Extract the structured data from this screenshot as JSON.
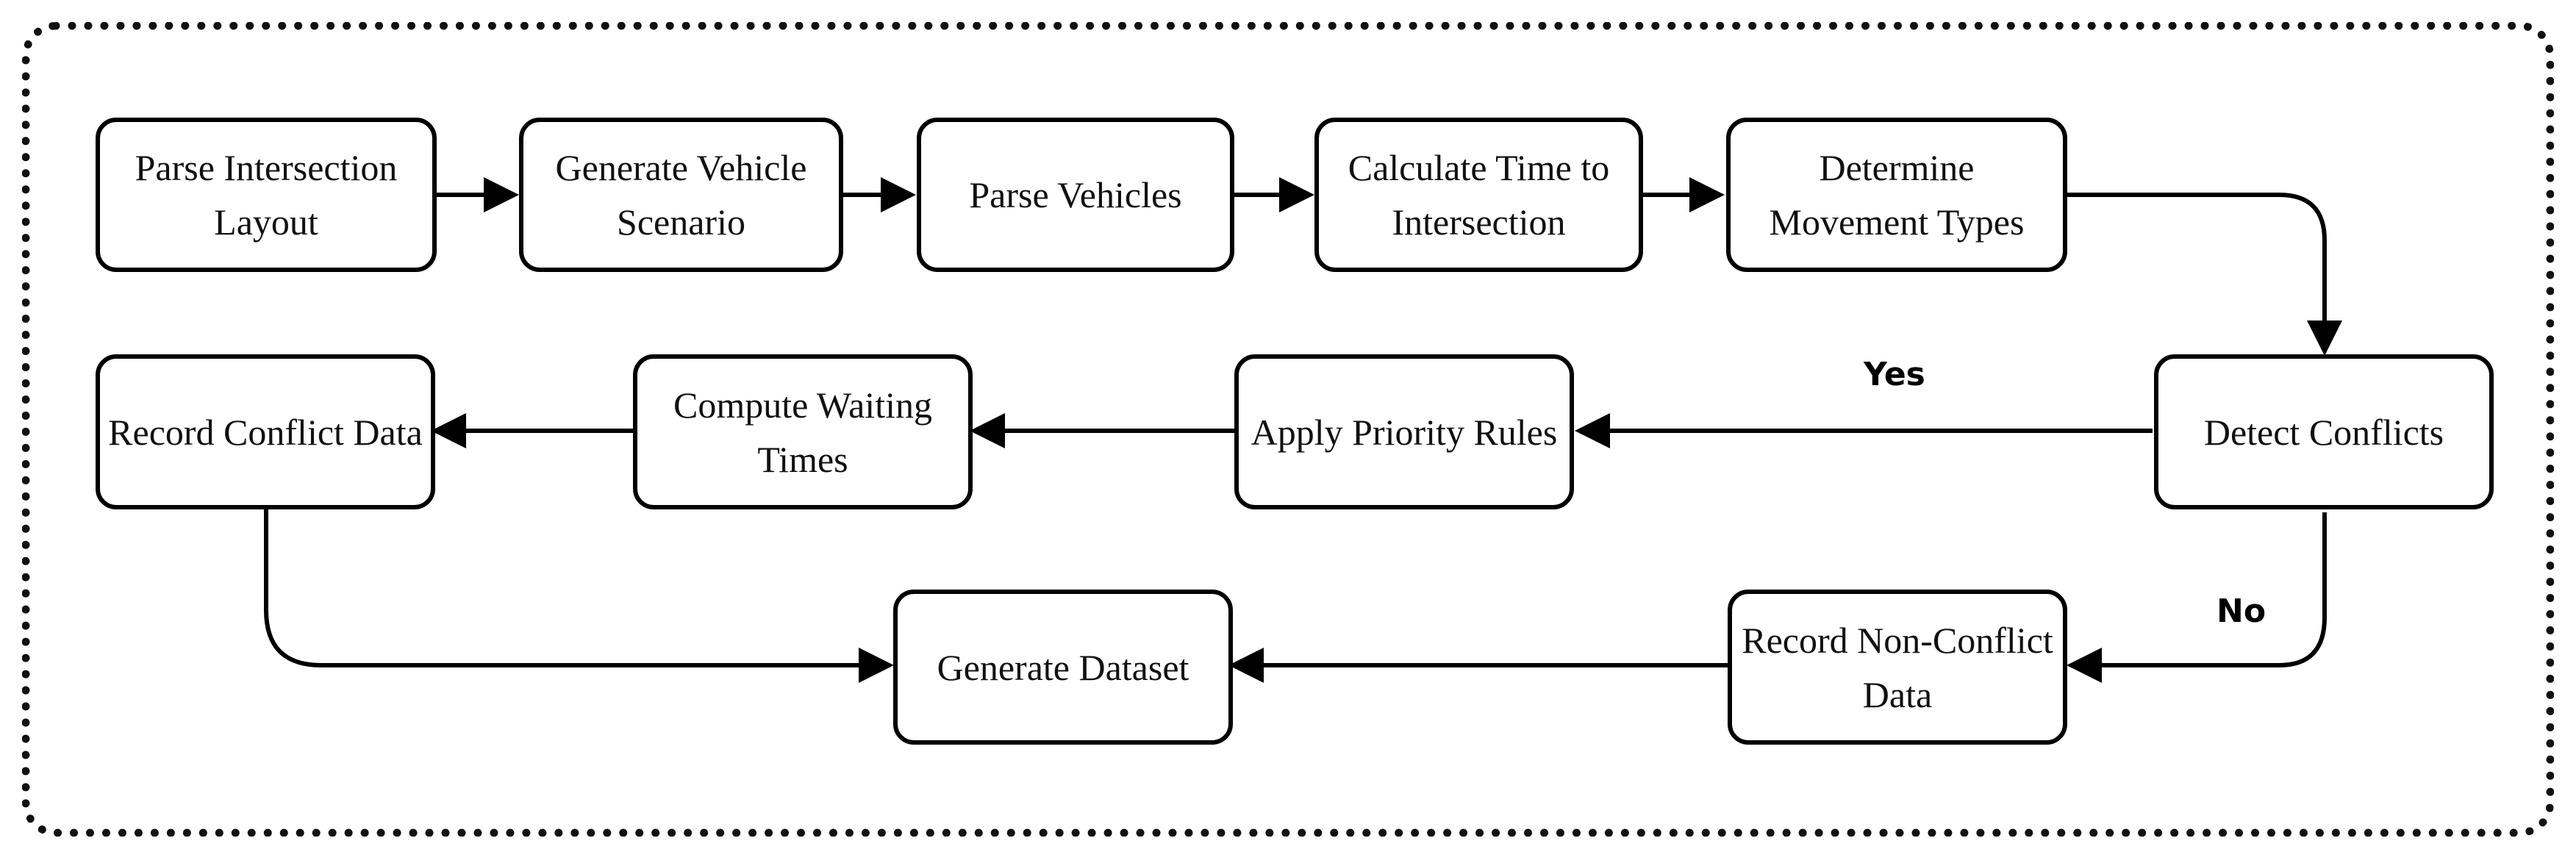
{
  "nodes": {
    "parse_layout": "Parse Intersection Layout",
    "generate_scenario": "Generate Vehicle Scenario",
    "parse_vehicles": "Parse Vehicles",
    "calc_time": "Calculate Time to Intersection",
    "movement_types": "Determine Movement Types",
    "detect_conflicts": "Detect Conflicts",
    "priority_rules": "Apply Priority Rules",
    "waiting_times": "Compute Waiting Times",
    "record_conflict": "Record Conflict Data",
    "record_nonconflict": "Record Non-Conflict Data",
    "generate_dataset": "Generate Dataset"
  },
  "edge_labels": {
    "yes": "Yes",
    "no": "No"
  },
  "edges": [
    {
      "from": "parse_layout",
      "to": "generate_scenario"
    },
    {
      "from": "generate_scenario",
      "to": "parse_vehicles"
    },
    {
      "from": "parse_vehicles",
      "to": "calc_time"
    },
    {
      "from": "calc_time",
      "to": "movement_types"
    },
    {
      "from": "movement_types",
      "to": "detect_conflicts"
    },
    {
      "from": "detect_conflicts",
      "to": "priority_rules",
      "label": "Yes"
    },
    {
      "from": "priority_rules",
      "to": "waiting_times"
    },
    {
      "from": "waiting_times",
      "to": "record_conflict"
    },
    {
      "from": "detect_conflicts",
      "to": "record_nonconflict",
      "label": "No"
    },
    {
      "from": "record_nonconflict",
      "to": "generate_dataset"
    },
    {
      "from": "record_conflict",
      "to": "generate_dataset"
    }
  ]
}
